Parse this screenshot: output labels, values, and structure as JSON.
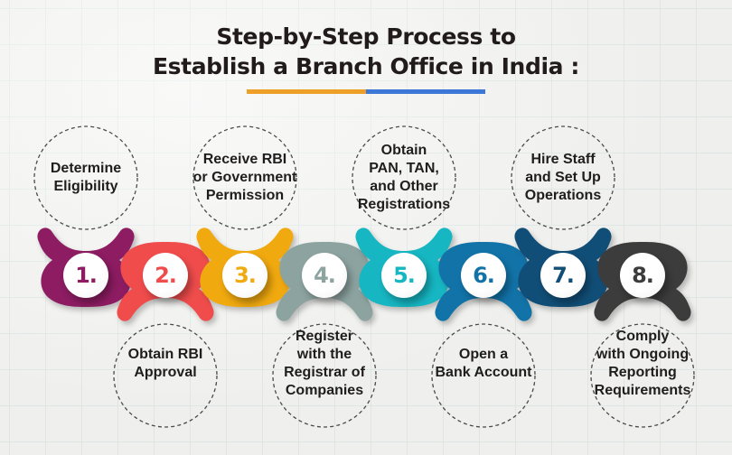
{
  "title": {
    "line1": "Step-by-Step Process to",
    "line2": "Establish a Branch Office in India :",
    "underline": {
      "left_color": "#ED9F27",
      "right_color": "#3D78D8"
    }
  },
  "canvas": {
    "background": "#f3f3f1",
    "grid_line_color": "#e0eae9",
    "dashed_circle_color": "#4a4a4a"
  },
  "steps": [
    {
      "number": "1.",
      "label": "Determine\nEligibility",
      "color": "#8D1C62",
      "position": "top"
    },
    {
      "number": "2.",
      "label": "Obtain RBI\nApproval",
      "color": "#F04C4C",
      "position": "bottom"
    },
    {
      "number": "3.",
      "label": "Receive RBI\nor Government\nPermission",
      "color": "#F0A90F",
      "position": "top"
    },
    {
      "number": "4.",
      "label": "Register\nwith the\nRegistrar of\nCompanies",
      "color": "#8CA3A0",
      "position": "bottom"
    },
    {
      "number": "5.",
      "label": "Obtain\nPAN, TAN,\nand Other\nRegistrations",
      "color": "#16B6C2",
      "position": "top"
    },
    {
      "number": "6.",
      "label": "Open a\nBank Account",
      "color": "#1273A8",
      "position": "bottom"
    },
    {
      "number": "7.",
      "label": "Hire Staff\nand Set Up\nOperations",
      "color": "#114E77",
      "position": "top"
    },
    {
      "number": "8.",
      "label": "Comply\nwith Ongoing\nReporting\nRequirements",
      "color": "#3C3C3C",
      "position": "bottom"
    }
  ]
}
